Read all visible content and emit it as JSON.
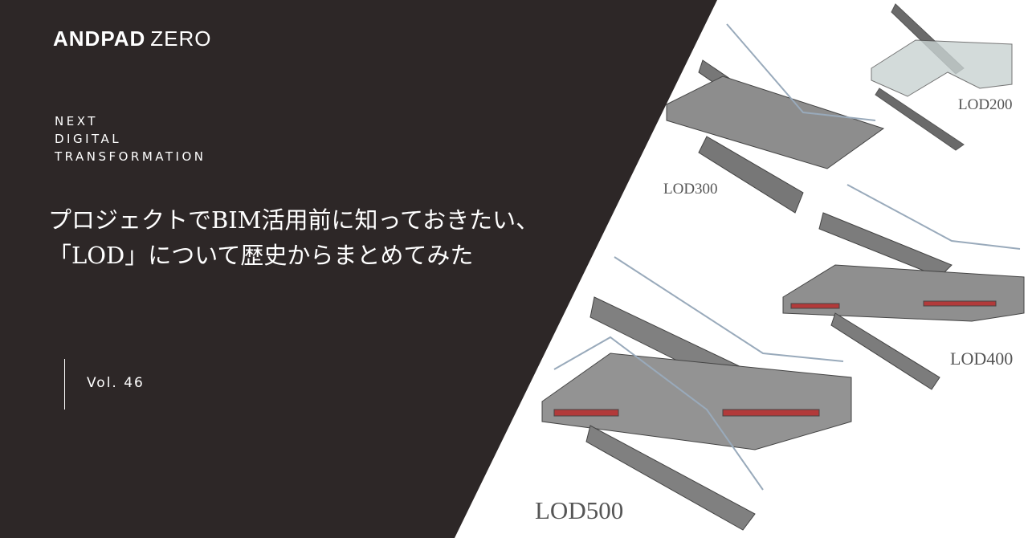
{
  "brand": {
    "bold": "ANDPAD",
    "light": "ZERO"
  },
  "tagline": [
    "NEXT",
    "DIGITAL",
    "TRANSFORMATION"
  ],
  "title": {
    "line1": "プロジェクトでBIM活用前に知っておきたい、",
    "line2": "「LOD」について歴史からまとめてみた"
  },
  "volume": "Vol. 46",
  "illustration": {
    "labels": {
      "lod200": "LOD200",
      "lod300": "LOD300",
      "lod400": "LOD400",
      "lod500": "LOD500"
    }
  },
  "colors": {
    "panel": "#2d2727",
    "text": "#ffffff",
    "stair": "#8a8a8a",
    "accent": "#b23a3a"
  }
}
